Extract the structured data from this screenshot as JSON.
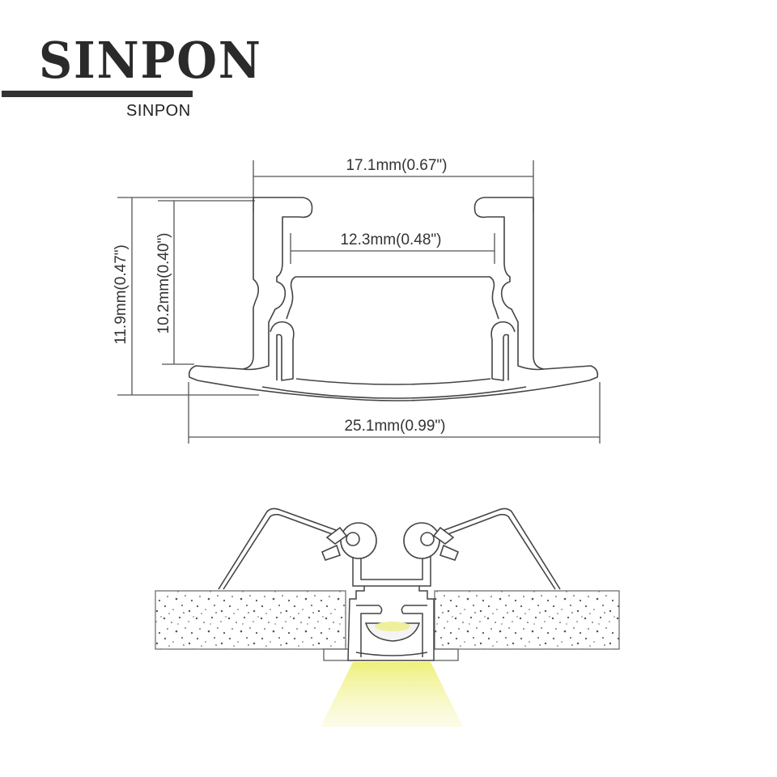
{
  "brand": {
    "logo_text": "SINPON",
    "subtitle": "SINPON"
  },
  "dimensions": {
    "top_width": "17.1mm(0.67\")",
    "inner_width": "12.3mm(0.48\")",
    "bottom_width": "25.1mm(0.99\")",
    "total_height": "11.9mm(0.47\")",
    "body_height": "10.2mm(0.40\")"
  },
  "colors": {
    "line": "#555555",
    "light": "#f2f29a",
    "speckle": "#555555"
  }
}
